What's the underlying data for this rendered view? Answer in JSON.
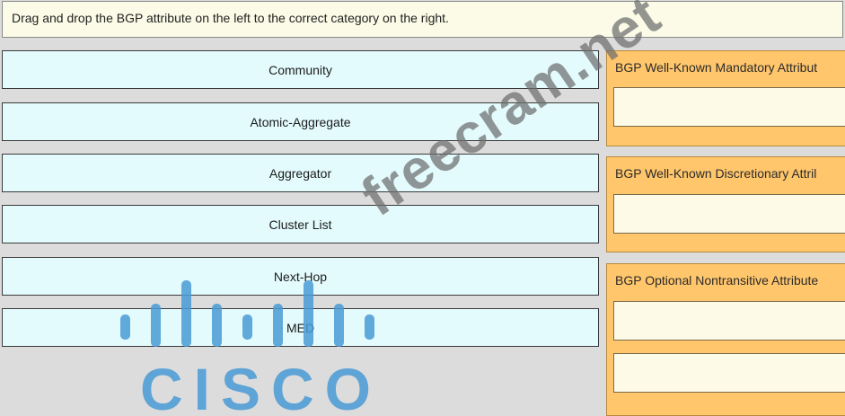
{
  "instruction": "Drag and drop the BGP attribute on the left to the correct category on the right.",
  "attributes": [
    {
      "label": "Community"
    },
    {
      "label": "Atomic-Aggregate"
    },
    {
      "label": "Aggregator"
    },
    {
      "label": "Cluster List"
    },
    {
      "label": "Next-Hop"
    },
    {
      "label": "MED"
    }
  ],
  "categories": [
    {
      "title": "BGP Well-Known Mandatory Attribut",
      "slots": 1
    },
    {
      "title": "BGP Well-Known Discretionary Attril",
      "slots": 1
    },
    {
      "title": "BGP Optional Nontransitive Attribute",
      "slots": 2
    }
  ],
  "watermark": "freecram.net",
  "logo": {
    "text": "CISCO",
    "color": "#4a9bd6"
  },
  "colors": {
    "item_bg": "#e3fbfd",
    "category_bg": "#ffc66b",
    "slot_bg": "#fdfbe8",
    "instruction_bg": "#fbfbe7",
    "page_bg": "#dcdcdc"
  }
}
